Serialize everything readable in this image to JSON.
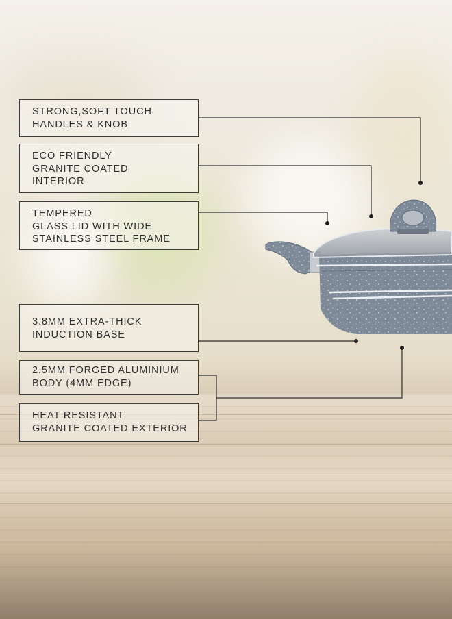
{
  "features": [
    {
      "id": "handles",
      "lines": [
        "STRONG,SOFT TOUCH",
        "HANDLES & KNOB"
      ]
    },
    {
      "id": "interior",
      "lines": [
        "ECO FRIENDLY",
        "GRANITE COATED",
        "INTERIOR"
      ]
    },
    {
      "id": "lid",
      "lines": [
        "TEMPERED",
        "GLASS LID WITH WIDE",
        "STAINLESS STEEL FRAME"
      ]
    },
    {
      "id": "base",
      "lines": [
        "3.8MM EXTRA-THICK",
        "INDUCTION BASE"
      ]
    },
    {
      "id": "body",
      "lines": [
        "2.5MM FORGED ALUMINIUM",
        "BODY (4MM EDGE)"
      ]
    },
    {
      "id": "exterior",
      "lines": [
        "HEAT RESISTANT",
        "GRANITE COATED EXTERIOR"
      ]
    }
  ],
  "colors": {
    "pot_granite": "#7f8a99",
    "pot_rim": "#dfe4ea",
    "callout_border": "#3a3a3a",
    "text": "#2f2f2f"
  }
}
